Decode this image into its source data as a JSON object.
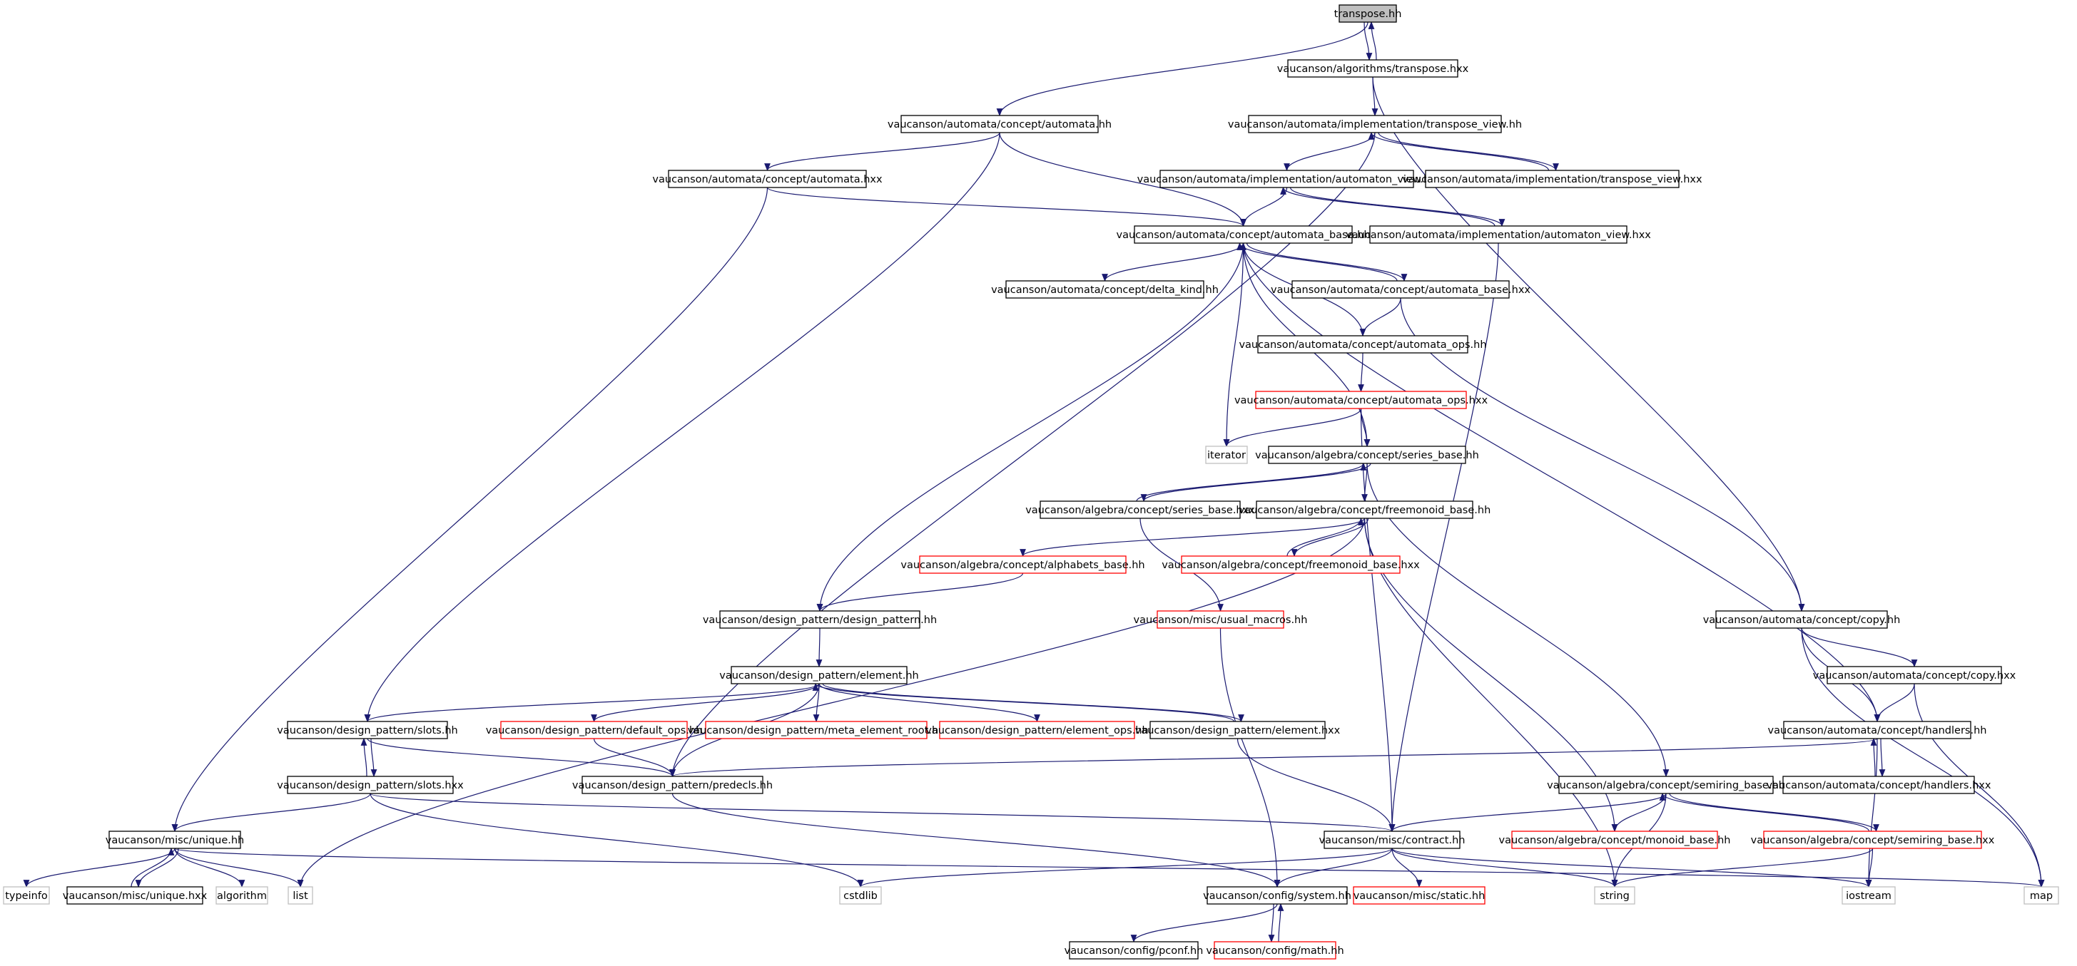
{
  "colors": {
    "edge": "#191970",
    "border_normal": "#000000",
    "border_truncated": "#ff0000",
    "border_external": "#bfbfbf",
    "fill_root": "#bfbfbf",
    "fill_default": "#ffffff"
  },
  "nodes": [
    {
      "id": "n_transpose_hh",
      "label": "transpose.hh",
      "style": "root"
    },
    {
      "id": "n_alg_transpose_hxx",
      "label": "vaucanson/algorithms/transpose.hxx",
      "style": "normal"
    },
    {
      "id": "n_concept_automata_hh",
      "label": "vaucanson/automata/concept/automata.hh",
      "style": "normal"
    },
    {
      "id": "n_transpose_view_hh",
      "label": "vaucanson/automata/implementation/transpose_view.hh",
      "style": "normal"
    },
    {
      "id": "n_concept_automata_hxx",
      "label": "vaucanson/automata/concept/automata.hxx",
      "style": "normal"
    },
    {
      "id": "n_automaton_view_hh",
      "label": "vaucanson/automata/implementation/automaton_view.hh",
      "style": "normal"
    },
    {
      "id": "n_transpose_view_hxx",
      "label": "vaucanson/automata/implementation/transpose_view.hxx",
      "style": "normal"
    },
    {
      "id": "n_automata_base_hh",
      "label": "vaucanson/automata/concept/automata_base.hh",
      "style": "normal"
    },
    {
      "id": "n_automaton_view_hxx",
      "label": "vaucanson/automata/implementation/automaton_view.hxx",
      "style": "normal"
    },
    {
      "id": "n_delta_kind_hh",
      "label": "vaucanson/automata/concept/delta_kind.hh",
      "style": "normal"
    },
    {
      "id": "n_automata_base_hxx",
      "label": "vaucanson/automata/concept/automata_base.hxx",
      "style": "normal"
    },
    {
      "id": "n_automata_ops_hh",
      "label": "vaucanson/automata/concept/automata_ops.hh",
      "style": "normal"
    },
    {
      "id": "n_automata_ops_hxx",
      "label": "vaucanson/automata/concept/automata_ops.hxx",
      "style": "truncated"
    },
    {
      "id": "n_iterator",
      "label": "iterator",
      "style": "external"
    },
    {
      "id": "n_series_base_hh",
      "label": "vaucanson/algebra/concept/series_base.hh",
      "style": "normal"
    },
    {
      "id": "n_series_base_hxx",
      "label": "vaucanson/algebra/concept/series_base.hxx",
      "style": "normal"
    },
    {
      "id": "n_freemonoid_base_hh",
      "label": "vaucanson/algebra/concept/freemonoid_base.hh",
      "style": "normal"
    },
    {
      "id": "n_alphabets_base_hh",
      "label": "vaucanson/algebra/concept/alphabets_base.hh",
      "style": "truncated"
    },
    {
      "id": "n_freemonoid_base_hxx",
      "label": "vaucanson/algebra/concept/freemonoid_base.hxx",
      "style": "truncated"
    },
    {
      "id": "n_design_pattern_hh",
      "label": "vaucanson/design_pattern/design_pattern.hh",
      "style": "normal"
    },
    {
      "id": "n_usual_macros_hh",
      "label": "vaucanson/misc/usual_macros.hh",
      "style": "truncated"
    },
    {
      "id": "n_copy_hh",
      "label": "vaucanson/automata/concept/copy.hh",
      "style": "normal"
    },
    {
      "id": "n_element_hh",
      "label": "vaucanson/design_pattern/element.hh",
      "style": "normal"
    },
    {
      "id": "n_copy_hxx",
      "label": "vaucanson/automata/concept/copy.hxx",
      "style": "normal"
    },
    {
      "id": "n_slots_hh",
      "label": "vaucanson/design_pattern/slots.hh",
      "style": "normal"
    },
    {
      "id": "n_default_ops_hh",
      "label": "vaucanson/design_pattern/default_ops.hh",
      "style": "truncated"
    },
    {
      "id": "n_meta_element_root_hh",
      "label": "vaucanson/design_pattern/meta_element_root.hh",
      "style": "truncated"
    },
    {
      "id": "n_element_ops_hh",
      "label": "vaucanson/design_pattern/element_ops.hh",
      "style": "truncated"
    },
    {
      "id": "n_element_hxx",
      "label": "vaucanson/design_pattern/element.hxx",
      "style": "normal"
    },
    {
      "id": "n_handlers_hh",
      "label": "vaucanson/automata/concept/handlers.hh",
      "style": "normal"
    },
    {
      "id": "n_slots_hxx",
      "label": "vaucanson/design_pattern/slots.hxx",
      "style": "normal"
    },
    {
      "id": "n_predecls_hh",
      "label": "vaucanson/design_pattern/predecls.hh",
      "style": "normal"
    },
    {
      "id": "n_semiring_base_hh",
      "label": "vaucanson/algebra/concept/semiring_base.hh",
      "style": "normal"
    },
    {
      "id": "n_handlers_hxx",
      "label": "vaucanson/automata/concept/handlers.hxx",
      "style": "normal"
    },
    {
      "id": "n_unique_hh",
      "label": "vaucanson/misc/unique.hh",
      "style": "normal"
    },
    {
      "id": "n_contract_hh",
      "label": "vaucanson/misc/contract.hh",
      "style": "normal"
    },
    {
      "id": "n_monoid_base_hh",
      "label": "vaucanson/algebra/concept/monoid_base.hh",
      "style": "truncated"
    },
    {
      "id": "n_semiring_base_hxx",
      "label": "vaucanson/algebra/concept/semiring_base.hxx",
      "style": "truncated"
    },
    {
      "id": "n_typeinfo",
      "label": "typeinfo",
      "style": "external"
    },
    {
      "id": "n_unique_hxx",
      "label": "vaucanson/misc/unique.hxx",
      "style": "normal"
    },
    {
      "id": "n_algorithm",
      "label": "algorithm",
      "style": "external"
    },
    {
      "id": "n_list",
      "label": "list",
      "style": "external"
    },
    {
      "id": "n_cstdlib",
      "label": "cstdlib",
      "style": "external"
    },
    {
      "id": "n_system_hh",
      "label": "vaucanson/config/system.hh",
      "style": "normal"
    },
    {
      "id": "n_static_hh",
      "label": "vaucanson/misc/static.hh",
      "style": "truncated"
    },
    {
      "id": "n_string",
      "label": "string",
      "style": "external"
    },
    {
      "id": "n_iostream",
      "label": "iostream",
      "style": "external"
    },
    {
      "id": "n_map",
      "label": "map",
      "style": "external"
    },
    {
      "id": "n_pconf_hh",
      "label": "vaucanson/config/pconf.hh",
      "style": "normal"
    },
    {
      "id": "n_math_hh",
      "label": "vaucanson/config/math.hh",
      "style": "truncated"
    }
  ],
  "edges": [
    [
      "n_transpose_hh",
      "n_alg_transpose_hxx"
    ],
    [
      "n_alg_transpose_hxx",
      "n_transpose_hh"
    ],
    [
      "n_transpose_hh",
      "n_concept_automata_hh"
    ],
    [
      "n_alg_transpose_hxx",
      "n_transpose_view_hh"
    ],
    [
      "n_alg_transpose_hxx",
      "n_copy_hh"
    ],
    [
      "n_concept_automata_hh",
      "n_concept_automata_hxx"
    ],
    [
      "n_concept_automata_hh",
      "n_automata_base_hh"
    ],
    [
      "n_concept_automata_hh",
      "n_slots_hh"
    ],
    [
      "n_concept_automata_hxx",
      "n_automata_base_hh"
    ],
    [
      "n_concept_automata_hxx",
      "n_unique_hh"
    ],
    [
      "n_transpose_view_hh",
      "n_automaton_view_hh"
    ],
    [
      "n_transpose_view_hh",
      "n_transpose_view_hxx"
    ],
    [
      "n_transpose_view_hxx",
      "n_transpose_view_hh"
    ],
    [
      "n_transpose_view_hh",
      "n_predecls_hh"
    ],
    [
      "n_automaton_view_hh",
      "n_automata_base_hh"
    ],
    [
      "n_automaton_view_hh",
      "n_automaton_view_hxx"
    ],
    [
      "n_automaton_view_hxx",
      "n_automaton_view_hh"
    ],
    [
      "n_automaton_view_hxx",
      "n_contract_hh"
    ],
    [
      "n_automata_base_hh",
      "n_delta_kind_hh"
    ],
    [
      "n_automata_base_hh",
      "n_automata_base_hxx"
    ],
    [
      "n_automata_base_hxx",
      "n_automata_base_hh"
    ],
    [
      "n_automata_base_hh",
      "n_iterator"
    ],
    [
      "n_automata_base_hh",
      "n_series_base_hh"
    ],
    [
      "n_automata_base_hh",
      "n_design_pattern_hh"
    ],
    [
      "n_automata_base_hh",
      "n_handlers_hh"
    ],
    [
      "n_automata_base_hxx",
      "n_automata_ops_hh"
    ],
    [
      "n_automata_base_hxx",
      "n_copy_hh"
    ],
    [
      "n_automata_ops_hh",
      "n_automata_base_hh"
    ],
    [
      "n_automata_ops_hh",
      "n_automata_ops_hxx"
    ],
    [
      "n_automata_ops_hxx",
      "n_iterator"
    ],
    [
      "n_automata_ops_hxx",
      "n_series_base_hh"
    ],
    [
      "n_automata_ops_hxx",
      "n_contract_hh"
    ],
    [
      "n_series_base_hh",
      "n_series_base_hxx"
    ],
    [
      "n_series_base_hxx",
      "n_series_base_hh"
    ],
    [
      "n_series_base_hh",
      "n_freemonoid_base_hh"
    ],
    [
      "n_series_base_hh",
      "n_semiring_base_hh"
    ],
    [
      "n_series_base_hxx",
      "n_usual_macros_hh"
    ],
    [
      "n_freemonoid_base_hh",
      "n_alphabets_base_hh"
    ],
    [
      "n_freemonoid_base_hh",
      "n_freemonoid_base_hxx"
    ],
    [
      "n_freemonoid_base_hxx",
      "n_freemonoid_base_hh"
    ],
    [
      "n_freemonoid_base_hh",
      "n_list"
    ],
    [
      "n_freemonoid_base_hh",
      "n_string"
    ],
    [
      "n_freemonoid_base_hh",
      "n_monoid_base_hh"
    ],
    [
      "n_alphabets_base_hh",
      "n_design_pattern_hh"
    ],
    [
      "n_usual_macros_hh",
      "n_system_hh"
    ],
    [
      "n_design_pattern_hh",
      "n_element_hh"
    ],
    [
      "n_element_hh",
      "n_slots_hh"
    ],
    [
      "n_element_hh",
      "n_default_ops_hh"
    ],
    [
      "n_element_hh",
      "n_meta_element_root_hh"
    ],
    [
      "n_element_hh",
      "n_element_ops_hh"
    ],
    [
      "n_element_hh",
      "n_element_hxx"
    ],
    [
      "n_element_hxx",
      "n_element_hh"
    ],
    [
      "n_element_hh",
      "n_predecls_hh"
    ],
    [
      "n_default_ops_hh",
      "n_predecls_hh"
    ],
    [
      "n_element_hxx",
      "n_contract_hh"
    ],
    [
      "n_copy_hh",
      "n_copy_hxx"
    ],
    [
      "n_copy_hh",
      "n_handlers_hh"
    ],
    [
      "n_copy_hh",
      "n_map"
    ],
    [
      "n_copy_hxx",
      "n_handlers_hh"
    ],
    [
      "n_copy_hxx",
      "n_map"
    ],
    [
      "n_handlers_hh",
      "n_predecls_hh"
    ],
    [
      "n_handlers_hh",
      "n_handlers_hxx"
    ],
    [
      "n_handlers_hxx",
      "n_handlers_hh"
    ],
    [
      "n_handlers_hh",
      "n_iostream"
    ],
    [
      "n_slots_hh",
      "n_slots_hxx"
    ],
    [
      "n_slots_hxx",
      "n_slots_hh"
    ],
    [
      "n_slots_hh",
      "n_predecls_hh"
    ],
    [
      "n_slots_hxx",
      "n_unique_hh"
    ],
    [
      "n_slots_hxx",
      "n_contract_hh"
    ],
    [
      "n_slots_hxx",
      "n_cstdlib"
    ],
    [
      "n_predecls_hh",
      "n_system_hh"
    ],
    [
      "n_semiring_base_hh",
      "n_contract_hh"
    ],
    [
      "n_semiring_base_hh",
      "n_monoid_base_hh"
    ],
    [
      "n_semiring_base_hh",
      "n_semiring_base_hxx"
    ],
    [
      "n_semiring_base_hxx",
      "n_semiring_base_hh"
    ],
    [
      "n_semiring_base_hh",
      "n_string"
    ],
    [
      "n_semiring_base_hxx",
      "n_string"
    ],
    [
      "n_semiring_base_hxx",
      "n_iostream"
    ],
    [
      "n_unique_hh",
      "n_typeinfo"
    ],
    [
      "n_unique_hh",
      "n_unique_hxx"
    ],
    [
      "n_unique_hxx",
      "n_unique_hh"
    ],
    [
      "n_unique_hh",
      "n_algorithm"
    ],
    [
      "n_unique_hh",
      "n_list"
    ],
    [
      "n_unique_hh",
      "n_map"
    ],
    [
      "n_contract_hh",
      "n_cstdlib"
    ],
    [
      "n_contract_hh",
      "n_system_hh"
    ],
    [
      "n_contract_hh",
      "n_static_hh"
    ],
    [
      "n_contract_hh",
      "n_string"
    ],
    [
      "n_contract_hh",
      "n_iostream"
    ],
    [
      "n_system_hh",
      "n_pconf_hh"
    ],
    [
      "n_system_hh",
      "n_math_hh"
    ],
    [
      "n_math_hh",
      "n_system_hh"
    ]
  ]
}
